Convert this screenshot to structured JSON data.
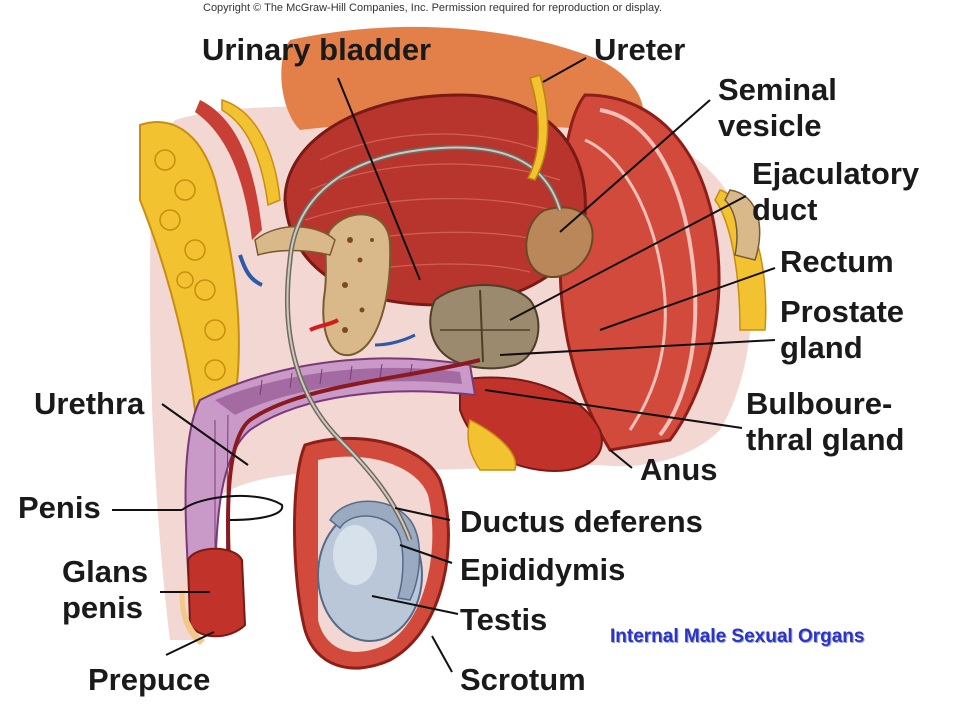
{
  "copyright": "Copyright © The McGraw-Hill Companies, Inc. Permission required for reproduction or display.",
  "caption": "Internal Male Sexual Organs",
  "labels": {
    "urinary_bladder": "Urinary bladder",
    "ureter": "Ureter",
    "seminal_vesicle_1": "Seminal",
    "seminal_vesicle_2": "vesicle",
    "ejaculatory_duct_1": "Ejaculatory",
    "ejaculatory_duct_2": "duct",
    "rectum": "Rectum",
    "prostate_gland_1": "Prostate",
    "prostate_gland_2": "gland",
    "urethra": "Urethra",
    "bulbourethral_gland_1": "Bulboure-",
    "bulbourethral_gland_2": "thral gland",
    "anus": "Anus",
    "penis": "Penis",
    "ductus_deferens": "Ductus deferens",
    "glans_penis_1": "Glans",
    "glans_penis_2": "penis",
    "epididymis": "Epididymis",
    "testis": "Testis",
    "prepuce": "Prepuce",
    "scrotum": "Scrotum"
  },
  "colors": {
    "muscle": "#b8352e",
    "fat": "#f2c230",
    "bone": "#d9b98a",
    "tissue": "#f3d7d2",
    "penis_tissue": "#c99ac8",
    "testis": "#b9c7d8",
    "caption": "#2a35c8"
  }
}
